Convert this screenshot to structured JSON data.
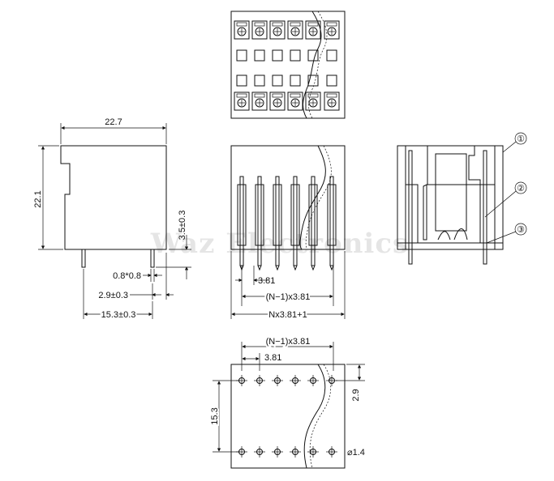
{
  "watermark": "Waz Electronics",
  "side_view": {
    "width_label": "22.7",
    "height_label": "22.1",
    "pin_height_label": "3.5±0.3",
    "pin_size_label": "0.8*0.8",
    "row_offset_label": "2.9±0.3",
    "row_pitch_label": "15.3±0.3"
  },
  "front_view": {
    "pitch_label": "3.81",
    "span_label": "(N−1)x3.81",
    "overall_label": "Nx3.81+1"
  },
  "section_view": {
    "callouts": [
      "①",
      "②",
      "③"
    ]
  },
  "footprint": {
    "span_label": "(N−1)x3.81",
    "pitch_label": "3.81",
    "row_spacing_label": "15.3",
    "edge_offset_label": "2.9",
    "hole_label": "⌀1.4"
  }
}
